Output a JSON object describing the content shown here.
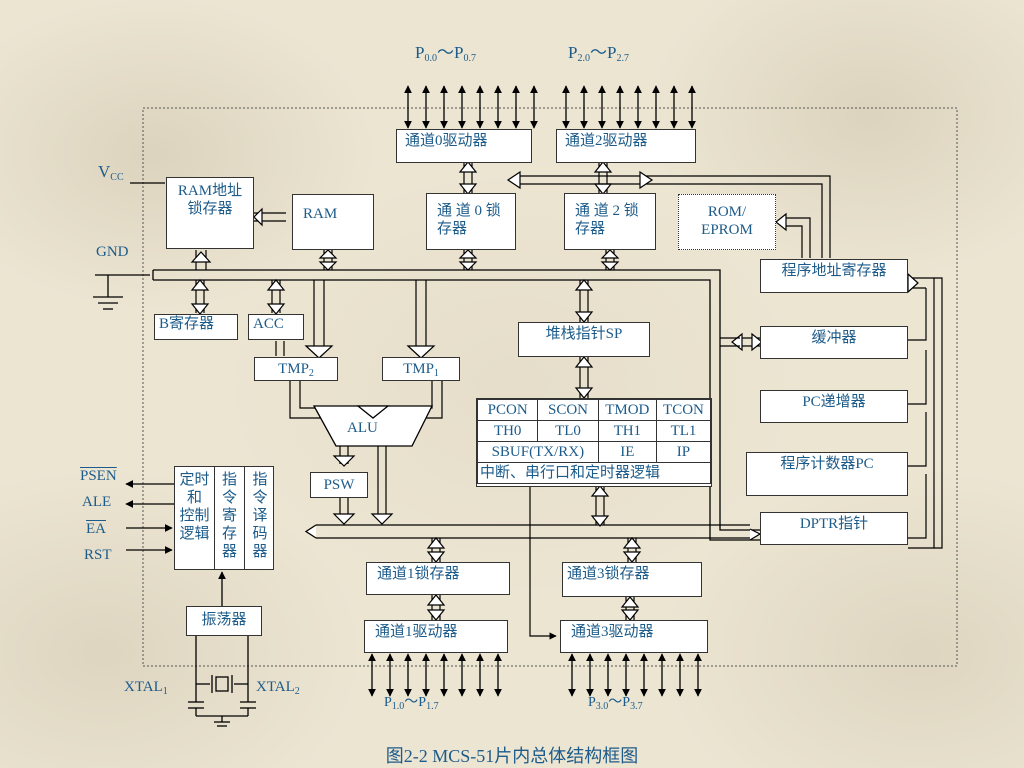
{
  "ports_top": {
    "p0": {
      "base": "P",
      "sub_start": "0.0",
      "sep": "～",
      "sub_end": "0.7"
    },
    "p2": {
      "base": "P",
      "sub_start": "2.0",
      "sep": "～",
      "sub_end": "2.7"
    }
  },
  "ports_bottom": {
    "p1": {
      "base": "P",
      "sub_start": "1.0",
      "sep": "～",
      "sub_end": "1.7"
    },
    "p3": {
      "base": "P",
      "sub_start": "3.0",
      "sep": "～",
      "sub_end": "3.7"
    }
  },
  "power": {
    "vcc_base": "V",
    "vcc_sub": "CC",
    "gnd": "GND"
  },
  "blocks": {
    "ch0_driver": "通道0驱动器",
    "ch2_driver": "通道2驱动器",
    "ch0_latch_l1": "通 道 0 锁",
    "ch0_latch_l2": "存器",
    "ch2_latch_l1": "通 道 2 锁",
    "ch2_latch_l2": "存器",
    "ram_addr_l1": "RAM地址",
    "ram_addr_l2": "锁存器",
    "ram": "RAM",
    "rom_l1": "ROM/",
    "rom_l2": "EPROM",
    "prog_addr_reg": "程序地址寄存器",
    "b_reg": "B寄存器",
    "acc": "ACC",
    "stack_pointer": "堆栈指针SP",
    "tmp2_base": "TMP",
    "tmp2_sub": "2",
    "tmp1_base": "TMP",
    "tmp1_sub": "1",
    "alu": "ALU",
    "psw": "PSW",
    "buffer": "缓冲器",
    "pc_incrementer": "PC递增器",
    "program_counter": "程序计数器PC",
    "dptr": "DPTR指针",
    "ch1_latch": "通道1锁存器",
    "ch3_latch": "通道3锁存器",
    "ch1_driver": "通道1驱动器",
    "ch3_driver": "通道3驱动器",
    "oscillator": "振荡器",
    "timing_control": [
      "定时",
      "和",
      "控制",
      "逻辑"
    ],
    "instr_register": [
      "指",
      "令",
      "寄",
      "存",
      "器"
    ],
    "instr_decoder": [
      "指",
      "令",
      "译",
      "码",
      "器"
    ]
  },
  "sfr_table": {
    "rows": [
      [
        "PCON",
        "SCON",
        "TMOD",
        "TCON"
      ],
      [
        "TH0",
        "TL0",
        "TH1",
        "TL1"
      ],
      [
        "SBUF(TX/RX)",
        "IE",
        "IP"
      ]
    ],
    "footer": "中断、串行口和定时器逻辑"
  },
  "control_pins": {
    "psen": "PSEN",
    "ale": "ALE",
    "ea": "EA",
    "rst": "RST"
  },
  "crystal": {
    "x1_base": "XTAL",
    "x1_sub": "1",
    "x2_base": "XTAL",
    "x2_sub": "2"
  },
  "caption": "图2-2  MCS-51片内总体结构框图",
  "colors": {
    "text": "#1c5b8a",
    "line": "#000000",
    "box_bg": "#ffffff"
  }
}
